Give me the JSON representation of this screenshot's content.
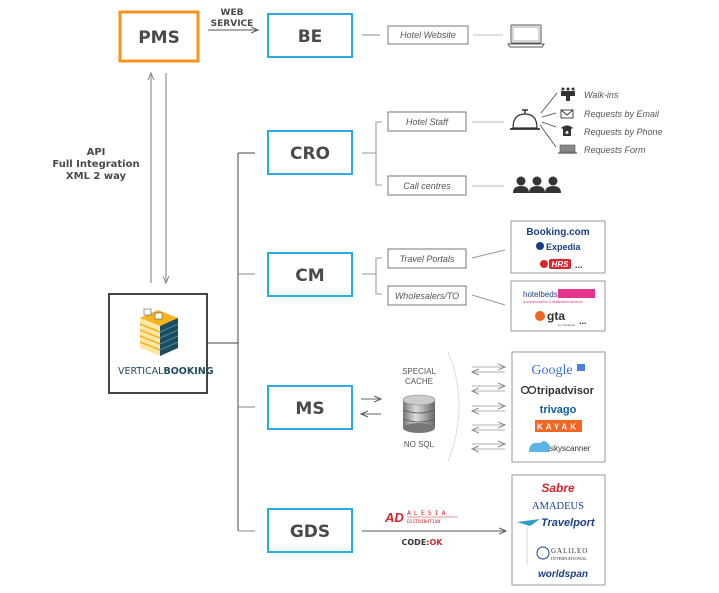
{
  "diagram": {
    "pms": {
      "label": "PMS",
      "color": "#f7941d"
    },
    "web_service": {
      "line1": "WEB",
      "line2": "SERVICE"
    },
    "api": {
      "line1": "API",
      "line2": "Full Integration",
      "line3": "XML 2 way"
    },
    "core": {
      "brand_light": "VERTICAL",
      "brand_bold": "BOOKING",
      "brand_color": "#1e4b5e"
    },
    "modules": {
      "be": {
        "label": "BE"
      },
      "cro": {
        "label": "CRO"
      },
      "cm": {
        "label": "CM"
      },
      "ms": {
        "label": "MS"
      },
      "gds": {
        "label": "GDS"
      }
    },
    "module_border_color": "#29abe2",
    "be_channels": [
      "Hotel Website"
    ],
    "cro_channels": [
      "Hotel Staff",
      "Call centres"
    ],
    "cro_requests": [
      "Walk-ins",
      "Requests by Email",
      "Requests by Phone",
      "Requests Form"
    ],
    "cm_channels": [
      "Travel Portals",
      "Wholesalers/TO"
    ],
    "travel_portals": {
      "brands": [
        "Booking.com",
        "Expedia",
        "HRS"
      ],
      "more": "..."
    },
    "wholesalers": {
      "brands": [
        "hotelbeds",
        "gta"
      ],
      "hotelbeds_tagline": "accommodation & destination services",
      "gta_tagline": "by Travelport",
      "more": "..."
    },
    "cache": {
      "line1": "SPECIAL",
      "line2": "CACHE",
      "line3": "NO SQL"
    },
    "metasearch": [
      "Google",
      "tripadvisor",
      "trivago",
      "KAYAK",
      "skyscanner"
    ],
    "gds_partner": {
      "name_line1": "ALESIA",
      "name_line2": "DISTRIBUTION",
      "code_prefix": "CODE:",
      "code_suffix": "OK"
    },
    "gds_systems": [
      "Sabre",
      "AMADEUS",
      "Travelport",
      "GALILEO",
      "INTERNATIONAL",
      "worldspan"
    ]
  }
}
